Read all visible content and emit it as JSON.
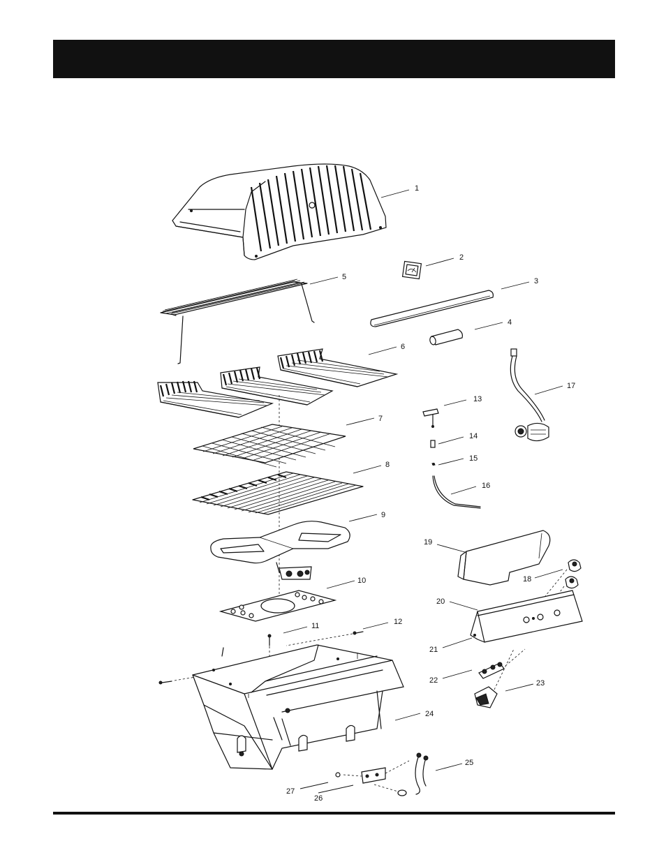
{
  "header": {
    "text": ""
  },
  "callouts": [
    {
      "id": "1",
      "label": "1"
    },
    {
      "id": "2",
      "label": "2"
    },
    {
      "id": "3",
      "label": "3"
    },
    {
      "id": "4",
      "label": "4"
    },
    {
      "id": "5",
      "label": "5"
    },
    {
      "id": "6",
      "label": "6"
    },
    {
      "id": "7",
      "label": "7"
    },
    {
      "id": "8",
      "label": "8"
    },
    {
      "id": "9",
      "label": "9"
    },
    {
      "id": "10",
      "label": "10"
    },
    {
      "id": "11",
      "label": "11"
    },
    {
      "id": "12",
      "label": "12"
    },
    {
      "id": "13",
      "label": "13"
    },
    {
      "id": "14",
      "label": "14"
    },
    {
      "id": "15",
      "label": "15"
    },
    {
      "id": "16",
      "label": "16"
    },
    {
      "id": "17",
      "label": "17"
    },
    {
      "id": "18",
      "label": "18"
    },
    {
      "id": "19",
      "label": "19"
    },
    {
      "id": "20",
      "label": "20"
    },
    {
      "id": "21",
      "label": "21"
    },
    {
      "id": "22",
      "label": "22"
    },
    {
      "id": "23",
      "label": "23"
    },
    {
      "id": "24",
      "label": "24"
    },
    {
      "id": "25",
      "label": "25"
    },
    {
      "id": "26",
      "label": "26"
    },
    {
      "id": "27",
      "label": "27"
    }
  ],
  "colors": {
    "ink": "#111111",
    "paper": "#ffffff"
  }
}
